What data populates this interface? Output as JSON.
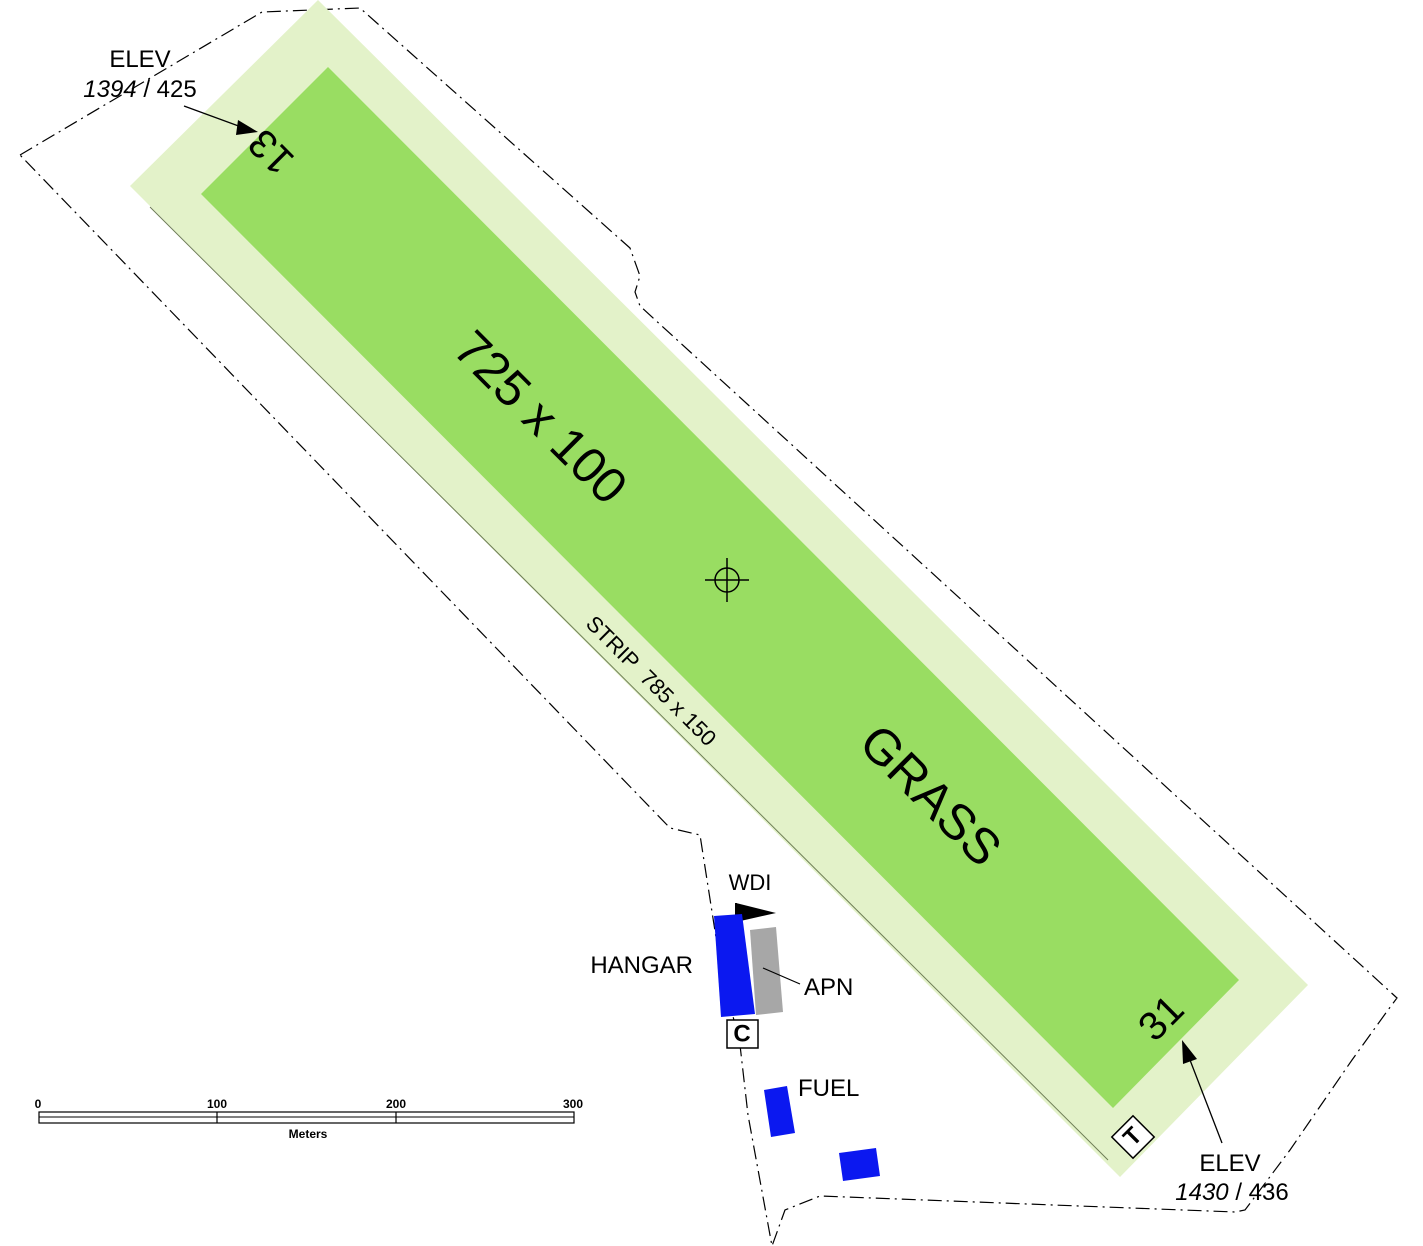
{
  "colors": {
    "strip": "#e3f2c9",
    "runway": "#99dd62",
    "hangar": "#0b18f0",
    "apron": "#a7a7a7",
    "fuel": "#0b18f0",
    "building": "#0b18f0",
    "boundary": "#000000"
  },
  "runway": {
    "dimensions_label": "725 x 100",
    "surface_label": "GRASS",
    "strip_label": "STRIP  785 x 150",
    "end_north": {
      "designator": "13",
      "elev_title": "ELEV",
      "elev_ft": "1394",
      "elev_separator": " / ",
      "elev_m": "425"
    },
    "end_south": {
      "designator": "31",
      "elev_title": "ELEV",
      "elev_ft": "1430",
      "elev_separator": " / ",
      "elev_m": "436"
    }
  },
  "facilities": {
    "wdi_label": "WDI",
    "hangar_label": "HANGAR",
    "apron_label": "APN",
    "fuel_label": "FUEL",
    "c_badge": "C",
    "t_badge": "T"
  },
  "scale_bar": {
    "ticks": [
      "0",
      "100",
      "200",
      "300"
    ],
    "unit": "Meters"
  }
}
